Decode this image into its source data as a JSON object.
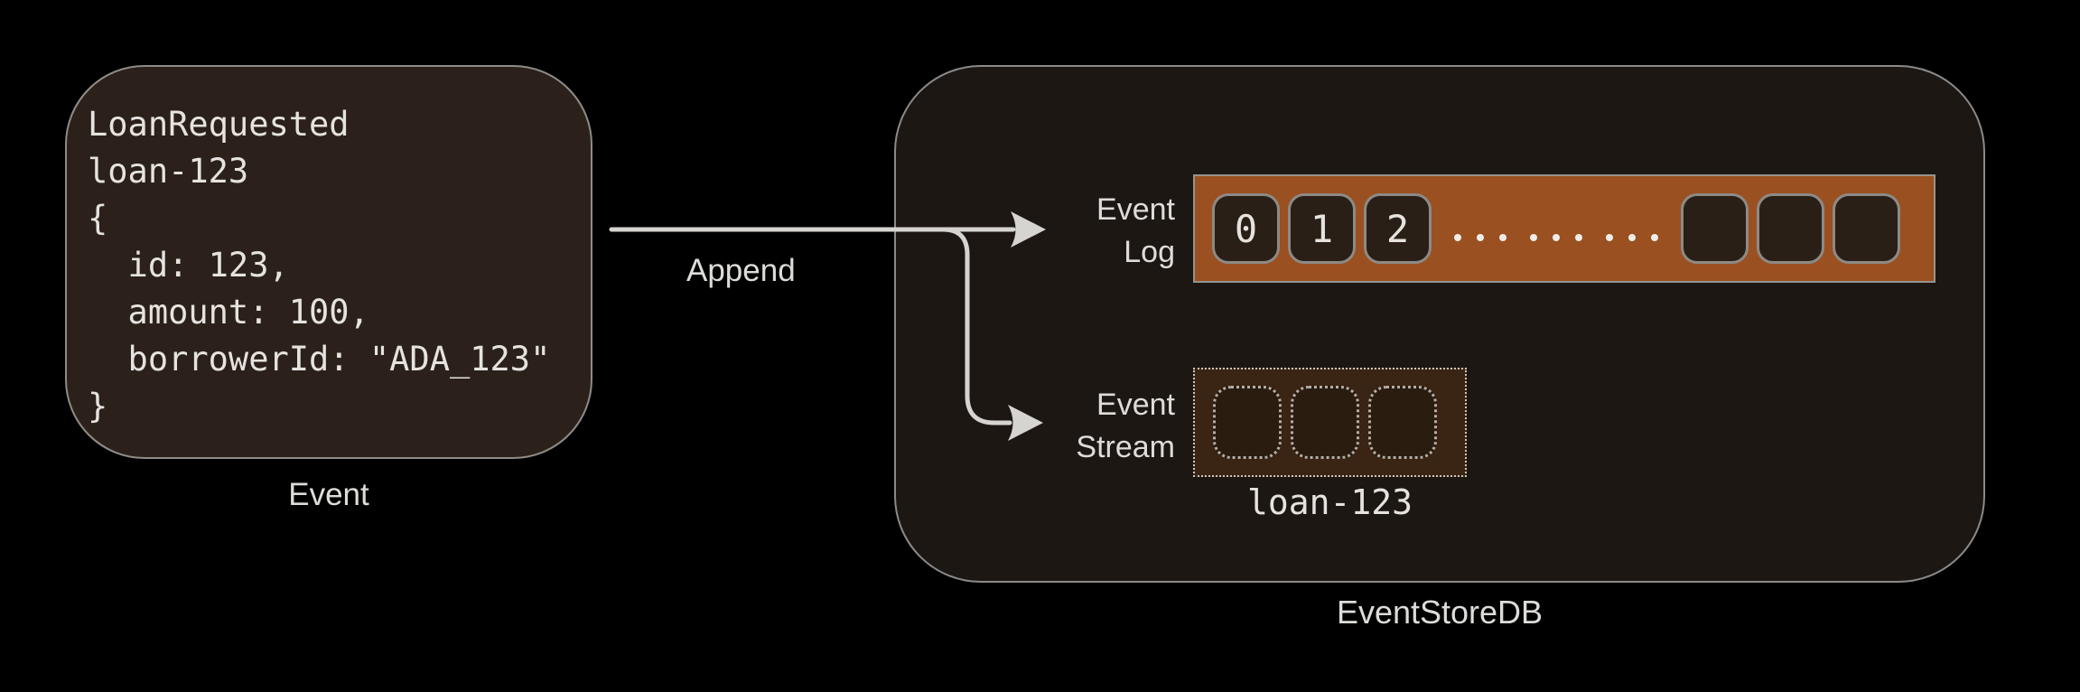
{
  "colors": {
    "background": "#000000",
    "event_box_fill": "#2b211a",
    "store_box_fill": "#1d1714",
    "log_bar_fill": "#9a5020",
    "cell_fill": "#2a1f16",
    "stream_box_fill": "#3a2413",
    "border_gray": "#8a8a8a",
    "text": "#e6e3df",
    "arrow": "#d6d4d1"
  },
  "event_box": {
    "code_lines": [
      "LoanRequested",
      "loan-123",
      "{",
      "  id: 123,",
      "  amount: 100,",
      "  borrowerId: \"ADA_123\"",
      "}"
    ],
    "caption": "Event"
  },
  "append_arrow": {
    "label": "Append"
  },
  "event_store": {
    "caption": "EventStoreDB",
    "event_log": {
      "label_lines": [
        "Event",
        "Log"
      ],
      "filled_cells": [
        "0",
        "1",
        "2"
      ],
      "ellipsis_groups": 3,
      "ellipsis_dots_per_group": 3,
      "empty_cells": 3
    },
    "event_stream": {
      "label_lines": [
        "Event",
        "Stream"
      ],
      "empty_cells": 3,
      "stream_name": "loan-123"
    }
  }
}
